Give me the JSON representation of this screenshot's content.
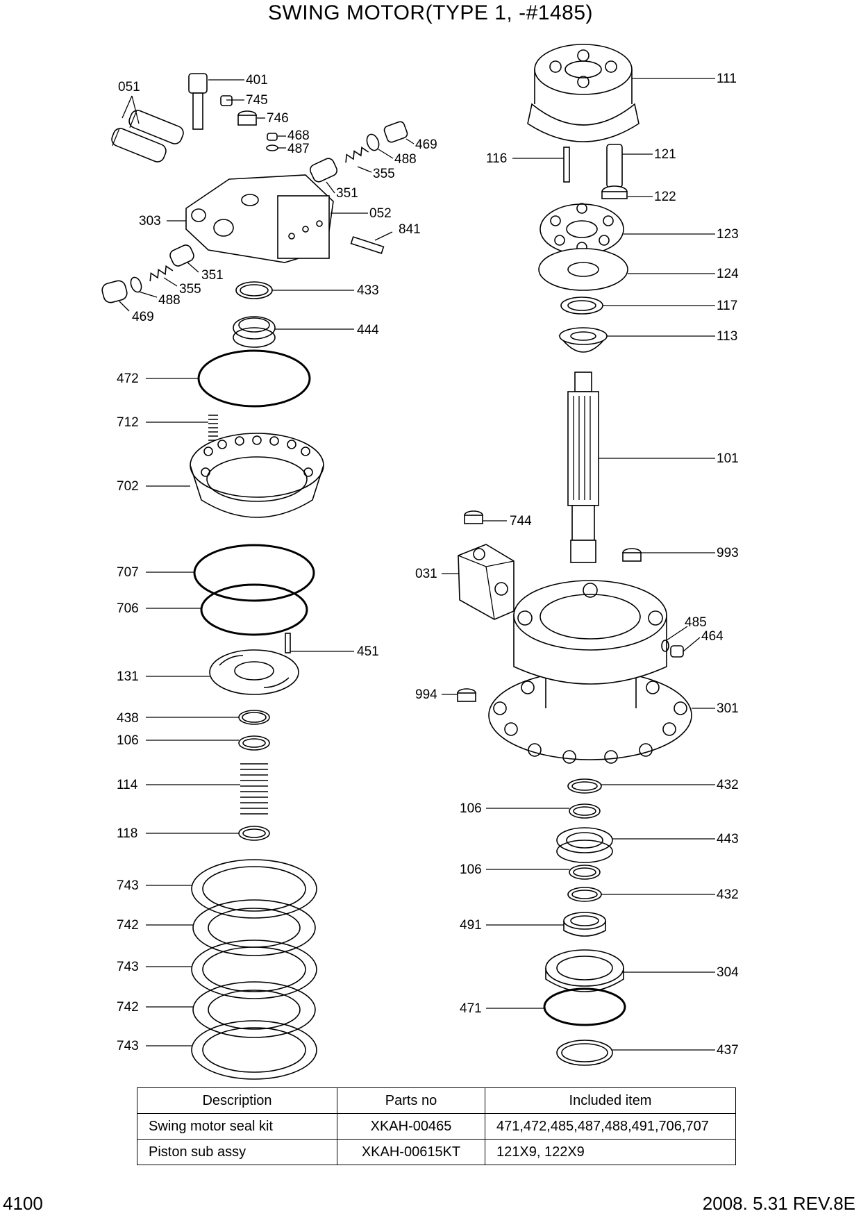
{
  "title": "SWING MOTOR(TYPE 1, -#1485)",
  "part_labels": [
    "051",
    "401",
    "745",
    "746",
    "468",
    "487",
    "469",
    "488",
    "355",
    "351",
    "052",
    "303",
    "841",
    "351",
    "355",
    "488",
    "469",
    "433",
    "444",
    "472",
    "712",
    "702",
    "707",
    "706",
    "451",
    "131",
    "438",
    "106",
    "114",
    "118",
    "743",
    "742",
    "743",
    "742",
    "743",
    "111",
    "116",
    "121",
    "122",
    "123",
    "124",
    "117",
    "113",
    "101",
    "744",
    "993",
    "031",
    "485",
    "464",
    "994",
    "301",
    "432",
    "106",
    "443",
    "106",
    "432",
    "491",
    "304",
    "471",
    "437"
  ],
  "table": {
    "headers": [
      "Description",
      "Parts no",
      "Included item"
    ],
    "rows": [
      {
        "description": "Swing motor seal kit",
        "parts_no": "XKAH-00465",
        "included": "471,472,485,487,488,491,706,707"
      },
      {
        "description": "Piston sub assy",
        "parts_no": "XKAH-00615KT",
        "included": "121X9, 122X9"
      }
    ]
  },
  "footer": {
    "page": "4100",
    "revision": "2008. 5.31  REV.8E"
  }
}
